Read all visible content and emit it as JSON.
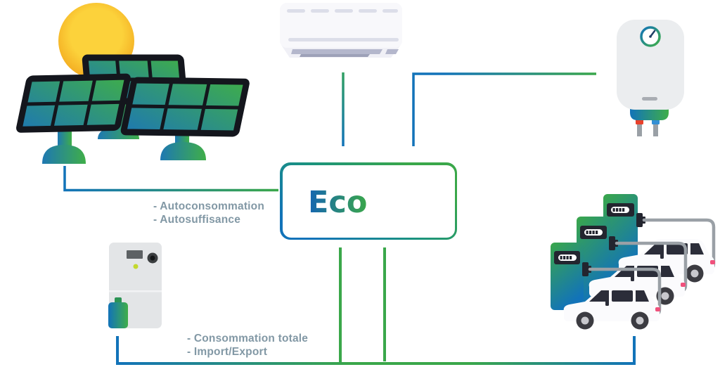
{
  "diagram": {
    "center_box": {
      "title": "Eco"
    },
    "annotations": {
      "production": {
        "line1": "- Autoconsommation",
        "line2": "- Autosuffisance"
      },
      "consumption": {
        "line1": "- Consommation totale",
        "line2": "- Import/Export"
      }
    },
    "nodes": {
      "solar": "solar-panels",
      "air_conditioner": "air-conditioner",
      "water_heater": "water-heater",
      "electric_meter": "electric-meter",
      "ev_charging": "ev-charging-stations"
    },
    "colors": {
      "blue": "#1273b9",
      "green": "#3aa74a",
      "label_text": "#8298a5",
      "sun_yellow": "#fbce35"
    }
  }
}
